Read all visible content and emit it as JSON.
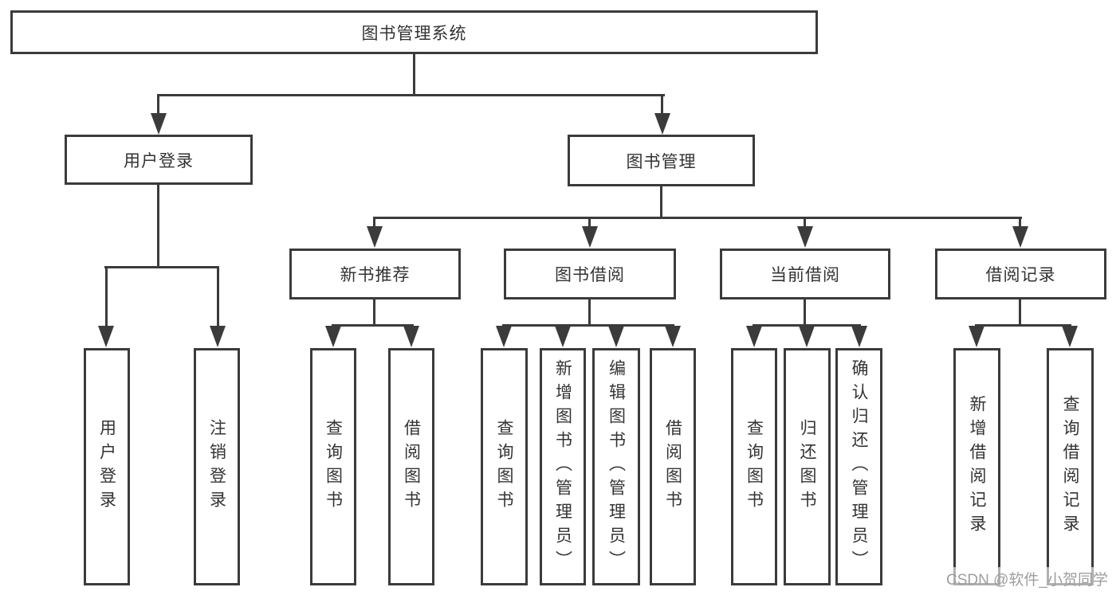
{
  "diagram": {
    "root": {
      "label": "图书管理系统"
    },
    "level2": [
      {
        "label": "用户登录"
      },
      {
        "label": "图书管理"
      }
    ],
    "level3": [
      {
        "label": "新书推荐"
      },
      {
        "label": "图书借阅"
      },
      {
        "label": "当前借阅"
      },
      {
        "label": "借阅记录"
      }
    ],
    "leaves": {
      "user_login": [
        "用户登录",
        "注销登录"
      ],
      "new_book": [
        "查询图书",
        "借阅图书"
      ],
      "book_borrow": [
        "查询图书",
        "新增图书（管理员）",
        "编辑图书（管理员）",
        "借阅图书"
      ],
      "current_borrow": [
        "查询图书",
        "归还图书",
        "确认归还（管理员）"
      ],
      "borrow_record": [
        "新增借阅记录",
        "查询借阅记录"
      ]
    }
  },
  "watermark": "CSDN @软件_小贺同学",
  "colors": {
    "line": "#3b3b3b",
    "text": "#333333",
    "watermark": "#9e9e9e",
    "background": "#ffffff"
  }
}
